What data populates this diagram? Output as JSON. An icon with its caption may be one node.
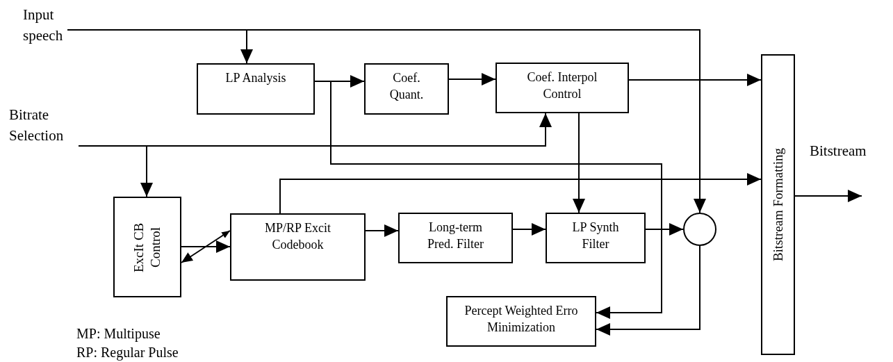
{
  "diagram": {
    "nodes": [
      {
        "text": [
          "Input speech"
        ]
      },
      {
        "text": [
          "Bitrate Selection"
        ]
      },
      {
        "text": [
          "LP Analysis"
        ]
      },
      {
        "text": [
          "Coef. Quant."
        ]
      },
      {
        "text": [
          "Coef. Interpol Control"
        ]
      },
      {
        "text": [
          "Bitstream Formatting"
        ]
      },
      {
        "text": [
          "ExcIt CB Control"
        ]
      },
      {
        "text": [
          "MP/RP Excit Codebook"
        ]
      },
      {
        "text": [
          "Long-term Pred. Filter"
        ]
      },
      {
        "text": [
          "LP Synth Filter"
        ]
      },
      {
        "text": [],
        "shape": "circle"
      },
      {
        "text": [
          "Percept Weighted Erro Minimization"
        ]
      }
    ],
    "edges": [
      {
        "from": 0,
        "to": 10,
        "arrow": "to"
      },
      {
        "from": 0,
        "to": 2,
        "arrow": "to"
      },
      {
        "from": 2,
        "to": 3,
        "arrow": "to"
      },
      {
        "from": 2,
        "to": 11,
        "arrow": "to"
      },
      {
        "from": 3,
        "to": 4,
        "arrow": "to"
      },
      {
        "from": 4,
        "to": 5,
        "arrow": "to"
      },
      {
        "from": 1,
        "to": 4,
        "arrow": "to"
      },
      {
        "from": 1,
        "to": 6,
        "arrow": "to"
      },
      {
        "from": 4,
        "to": 9,
        "arrow": "to"
      },
      {
        "from": 7,
        "to": 5,
        "arrow": "to"
      },
      {
        "from": 6,
        "to": 7,
        "arrow": "to"
      },
      {
        "from": 6,
        "to": 7,
        "arrow": "both"
      },
      {
        "from": 7,
        "to": 8,
        "arrow": "to"
      },
      {
        "from": 8,
        "to": 9,
        "arrow": "to"
      },
      {
        "from": 9,
        "to": 10,
        "arrow": "to"
      },
      {
        "from": 10,
        "to": 11,
        "arrow": "to"
      },
      {
        "from": 5,
        "to": null,
        "arrow": "to",
        "label": "Bitstream"
      }
    ],
    "labels": [
      "MP: Multipuse",
      "RP: Regular Pulse"
    ]
  }
}
